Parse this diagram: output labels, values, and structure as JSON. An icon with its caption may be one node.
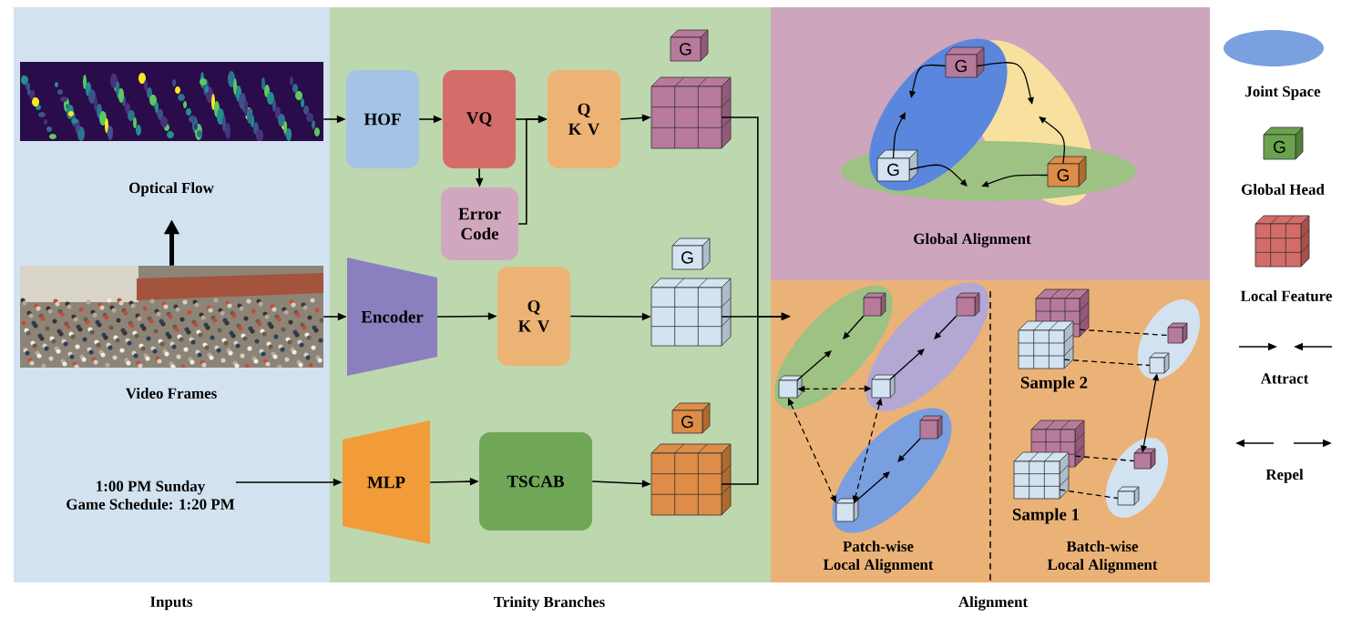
{
  "diagram": {
    "nodes": [
      {
        "text": [
          "Inputs"
        ]
      },
      {
        "text": [],
        "shape": "picture",
        "beside": [
          "Optical Flow"
        ],
        "in": 0
      },
      {
        "text": [],
        "shape": "picture",
        "beside": [
          "Video Frames"
        ],
        "in": 0
      },
      {
        "text": [
          "1:00 PM Sunday",
          "Game Schedule: 1:20 PM"
        ],
        "in": 0
      },
      {
        "text": [
          "Trinity Branches"
        ]
      },
      {
        "text": [
          "HOF"
        ],
        "in": 4
      },
      {
        "text": [
          "VQ"
        ],
        "in": 4
      },
      {
        "text": [
          "Error Code"
        ],
        "in": 4
      },
      {
        "text": [
          "Q",
          "K V"
        ],
        "in": 4
      },
      {
        "text": [
          "G"
        ],
        "in": 4
      },
      {
        "text": [],
        "shape": "grid",
        "in": 4
      },
      {
        "text": [
          "Encoder"
        ],
        "in": 4
      },
      {
        "text": [
          "Q",
          "K V"
        ],
        "in": 4
      },
      {
        "text": [
          "G"
        ],
        "in": 4
      },
      {
        "text": [],
        "shape": "grid",
        "in": 4
      },
      {
        "text": [
          "MLP"
        ],
        "in": 4
      },
      {
        "text": [
          "TSCAB"
        ],
        "in": 4
      },
      {
        "text": [
          "G"
        ],
        "in": 4
      },
      {
        "text": [],
        "shape": "grid",
        "in": 4
      },
      {
        "text": [
          "Global Alignment"
        ]
      },
      {
        "text": [
          "G"
        ],
        "in": 19
      },
      {
        "text": [
          "G"
        ],
        "in": 19
      },
      {
        "text": [
          "G"
        ],
        "in": 19
      },
      {
        "text": [
          "Patch-wise",
          "Local Alignment"
        ]
      },
      {
        "text": [
          "Batch-wise",
          "Local Alignment"
        ]
      },
      {
        "text": [],
        "shape": "cube",
        "in": 23
      },
      {
        "text": [],
        "shape": "cube",
        "in": 23
      },
      {
        "text": [],
        "shape": "cube",
        "in": 23
      },
      {
        "text": [],
        "shape": "cube",
        "in": 23
      },
      {
        "text": [],
        "shape": "cube",
        "in": 23
      },
      {
        "text": [],
        "shape": "cube",
        "in": 23
      },
      {
        "text": [],
        "shape": "grid",
        "in": 24
      },
      {
        "text": [],
        "shape": "grid",
        "in": 24
      },
      {
        "text": [],
        "shape": "cube",
        "in": 24
      },
      {
        "text": [],
        "shape": "cube",
        "in": 24
      },
      {
        "text": [],
        "shape": "grid",
        "in": 24
      },
      {
        "text": [],
        "shape": "grid",
        "in": 24
      },
      {
        "text": [],
        "shape": "cube",
        "in": 24
      },
      {
        "text": [],
        "shape": "cube",
        "in": 24
      }
    ],
    "edges": [
      {
        "from": 1,
        "to": 5,
        "arrow": "to"
      },
      {
        "from": 2,
        "to": 11,
        "arrow": "to"
      },
      {
        "from": 3,
        "to": 15,
        "arrow": "to"
      },
      {
        "from": 2,
        "to": 1,
        "arrow": "to",
        "style": "thick"
      },
      {
        "from": 5,
        "to": 6,
        "arrow": "to"
      },
      {
        "from": 6,
        "to": 7,
        "arrow": "to"
      },
      {
        "from": 6,
        "to": 8,
        "arrow": "to"
      },
      {
        "from": 7,
        "to": 8,
        "arrow": "to"
      },
      {
        "from": 8,
        "to": 10,
        "arrow": "to"
      },
      {
        "from": 11,
        "to": 12,
        "arrow": "to"
      },
      {
        "from": 12,
        "to": 14,
        "arrow": "to"
      },
      {
        "from": 15,
        "to": 16,
        "arrow": "to"
      },
      {
        "from": 16,
        "to": 18,
        "arrow": "to"
      },
      {
        "from": 10,
        "to": 23,
        "arrow": "to"
      },
      {
        "from": 14,
        "to": 23,
        "arrow": "to"
      },
      {
        "from": 18,
        "to": 23,
        "arrow": "to"
      },
      {
        "from": 20,
        "to": null,
        "arrow": "to"
      },
      {
        "from": 21,
        "to": null,
        "arrow": "to"
      },
      {
        "from": 20,
        "to": null,
        "arrow": "to"
      },
      {
        "from": 22,
        "to": null,
        "arrow": "to"
      },
      {
        "from": 21,
        "to": null,
        "arrow": "to"
      },
      {
        "from": 22,
        "to": null,
        "arrow": "to"
      },
      {
        "from": 25,
        "to": null,
        "arrow": "to"
      },
      {
        "from": 27,
        "to": null,
        "arrow": "to"
      },
      {
        "from": 26,
        "to": null,
        "arrow": "to"
      },
      {
        "from": 28,
        "to": null,
        "arrow": "to"
      },
      {
        "from": 29,
        "to": null,
        "arrow": "to"
      },
      {
        "from": 30,
        "to": null,
        "arrow": "to"
      },
      {
        "from": 27,
        "to": 28,
        "arrow": "both",
        "style": "dashed"
      },
      {
        "from": 27,
        "to": 30,
        "arrow": "both",
        "style": "dashed"
      },
      {
        "from": 28,
        "to": 30,
        "arrow": "both",
        "style": "dashed"
      },
      {
        "from": 31,
        "to": 33,
        "arrow": "none",
        "style": "dashed"
      },
      {
        "from": 32,
        "to": 34,
        "arrow": "none",
        "style": "dashed"
      },
      {
        "from": 35,
        "to": 37,
        "arrow": "none",
        "style": "dashed"
      },
      {
        "from": 36,
        "to": 38,
        "arrow": "none",
        "style": "dashed"
      },
      {
        "from": 34,
        "to": 37,
        "arrow": "both"
      }
    ],
    "labels": [
      "G",
      "Sample 2",
      "Sample 1",
      "Alignment"
    ],
    "legend": [
      {
        "text": "Joint Space"
      },
      {
        "text": "Global Head"
      },
      {
        "text": "Local Feature"
      },
      {
        "text": "Attract"
      },
      {
        "text": "Repel"
      }
    ]
  }
}
